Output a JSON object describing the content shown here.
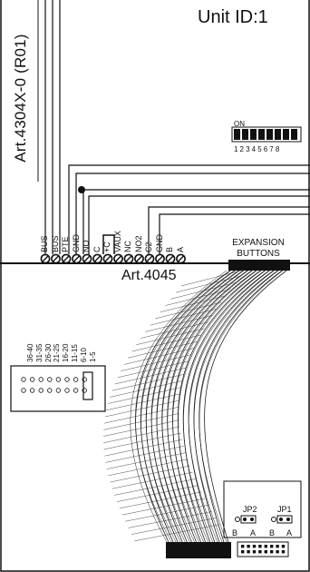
{
  "unit_id": "Unit ID:1",
  "article_top": "Art.4304X-0 (R01)",
  "article_bottom": "Art.4045",
  "expansion_buttons": [
    "EXPANSION",
    "BUTTONS"
  ],
  "dip_switch": {
    "on_label": "ON",
    "numbers": "12345678"
  },
  "terminals": [
    "BUS",
    "BUS",
    "PTE",
    "GND",
    "NO",
    "C",
    "+C",
    "VAUX",
    "NC",
    "NO2",
    "C2",
    "GND",
    "B",
    "A"
  ],
  "ranges": [
    "36-40",
    "31-35",
    "26-30",
    "21-25",
    "16-20",
    "11-15",
    "6-10",
    "1-5"
  ],
  "jumpers": {
    "jp2": "JP2",
    "jp1": "JP1",
    "b": "B",
    "a": "A"
  }
}
